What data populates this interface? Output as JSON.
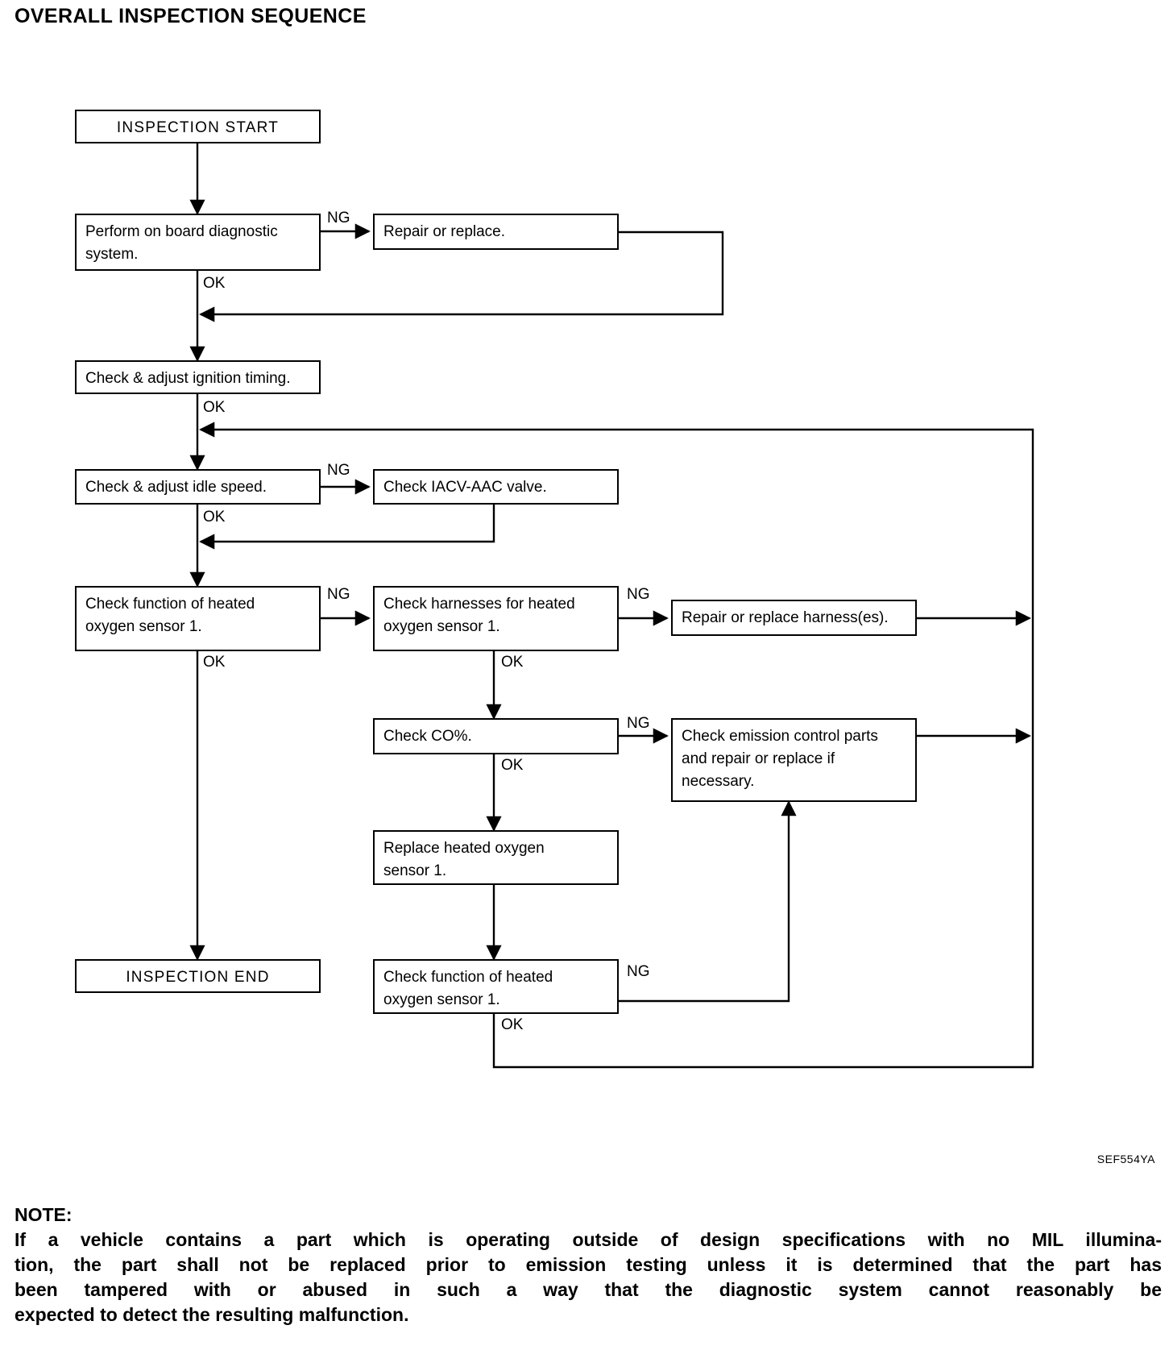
{
  "page": {
    "title": "OVERALL INSPECTION SEQUENCE",
    "figure_id": "SEF554YA"
  },
  "flow": {
    "nodes": [
      {
        "id": "inspection-start",
        "lines": [
          "INSPECTION START"
        ]
      },
      {
        "id": "perform-obd",
        "lines": [
          "Perform on board diagnostic",
          "system."
        ]
      },
      {
        "id": "repair-or-replace",
        "lines": [
          "Repair or replace."
        ]
      },
      {
        "id": "check-ignition-timing",
        "lines": [
          "Check & adjust ignition timing."
        ]
      },
      {
        "id": "check-idle-speed",
        "lines": [
          "Check & adjust idle speed."
        ]
      },
      {
        "id": "check-iacv-aac-valve",
        "lines": [
          "Check IACV-AAC valve."
        ]
      },
      {
        "id": "check-ho2s1-function",
        "lines": [
          "Check function of heated",
          "oxygen sensor 1."
        ]
      },
      {
        "id": "check-ho2s1-harnesses",
        "lines": [
          "Check harnesses for heated",
          "oxygen sensor 1."
        ]
      },
      {
        "id": "repair-replace-harness",
        "lines": [
          "Repair or replace harness(es)."
        ]
      },
      {
        "id": "check-co",
        "lines": [
          "Check CO%."
        ]
      },
      {
        "id": "check-emission-parts",
        "lines": [
          "Check emission control parts",
          "and repair or replace if",
          "necessary."
        ]
      },
      {
        "id": "replace-ho2s1",
        "lines": [
          "Replace heated oxygen",
          "sensor 1."
        ]
      },
      {
        "id": "inspection-end",
        "lines": [
          "INSPECTION END"
        ]
      },
      {
        "id": "recheck-ho2s1-function",
        "lines": [
          "Check function of heated",
          "oxygen sensor 1."
        ]
      }
    ],
    "labels": {
      "ng": "NG",
      "ok": "OK"
    },
    "edge_labels": [
      {
        "id": "obd-ng",
        "text": "NG"
      },
      {
        "id": "obd-ok",
        "text": "OK"
      },
      {
        "id": "timing-ok",
        "text": "OK"
      },
      {
        "id": "idle-ng",
        "text": "NG"
      },
      {
        "id": "idle-ok",
        "text": "OK"
      },
      {
        "id": "ho2s1-ng",
        "text": "NG"
      },
      {
        "id": "ho2s1-ok",
        "text": "OK"
      },
      {
        "id": "harness-ng",
        "text": "NG"
      },
      {
        "id": "harness-ok",
        "text": "OK"
      },
      {
        "id": "co-ng",
        "text": "NG"
      },
      {
        "id": "co-ok",
        "text": "OK"
      },
      {
        "id": "recheck-ng",
        "text": "NG"
      },
      {
        "id": "recheck-ok",
        "text": "OK"
      }
    ]
  },
  "note": {
    "heading": "NOTE:",
    "line1": "If a vehicle contains a part which is operating outside of design specifications with no MIL illumina-",
    "line2": "tion, the part shall not be replaced prior to emission testing unless it is determined that the part has",
    "line3": "been tampered with or abused in such a way that the diagnostic system cannot reasonably be",
    "line4": "expected to detect the resulting malfunction."
  }
}
